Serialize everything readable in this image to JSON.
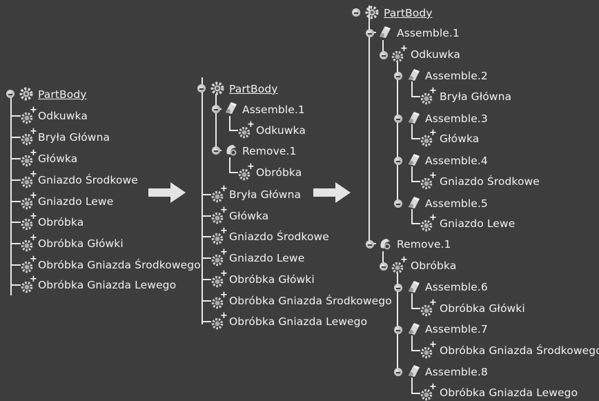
{
  "arrows": [
    "right-arrow",
    "right-arrow"
  ],
  "icons": {
    "part_body": "gear-cluster-icon",
    "feature": "gear-plus-icon",
    "assemble": "assemble-icon",
    "remove": "remove-icon"
  },
  "colors": {
    "background": "#3d3d3d",
    "text": "#f2f2f2",
    "lines": "#eaeaea",
    "arrow": "#e4e4e4"
  },
  "tree1": {
    "root": "PartBody",
    "bodies": [
      "Odkuwka",
      "Bryła Główna",
      "Główka",
      "Gniazdo Środkowe",
      "Gniazdo Lewe",
      "Obróbka",
      "Obróbka Główki",
      "Obróbka Gniazda Środkowego",
      "Obróbka Gniazda Lewego"
    ]
  },
  "tree2": {
    "root": "PartBody",
    "assemble": "Assemble.1",
    "assemble_child": "Odkuwka",
    "remove": "Remove.1",
    "remove_child": "Obróbka",
    "bodies": [
      "Bryła Główna",
      "Główka",
      "Gniazdo Środkowe",
      "Gniazdo Lewe",
      "Obróbka Główki",
      "Obróbka Gniazda Środkowego",
      "Obróbka Gniazda Lewego"
    ]
  },
  "tree3": {
    "root": "PartBody",
    "assemble_top": "Assemble.1",
    "odkuwka": "Odkuwka",
    "assembles_a": [
      {
        "op": "Assemble.2",
        "body": "Bryła Główna"
      },
      {
        "op": "Assemble.3",
        "body": "Główka"
      },
      {
        "op": "Assemble.4",
        "body": "Gniazdo Środkowe"
      },
      {
        "op": "Assemble.5",
        "body": "Gniazdo Lewe"
      }
    ],
    "remove": "Remove.1",
    "obrobka": "Obróbka",
    "assembles_b": [
      {
        "op": "Assemble.6",
        "body": "Obróbka Główki"
      },
      {
        "op": "Assemble.7",
        "body": "Obróbka Gniazda Środkowego"
      },
      {
        "op": "Assemble.8",
        "body": "Obróbka Gniazda Lewego"
      }
    ]
  }
}
